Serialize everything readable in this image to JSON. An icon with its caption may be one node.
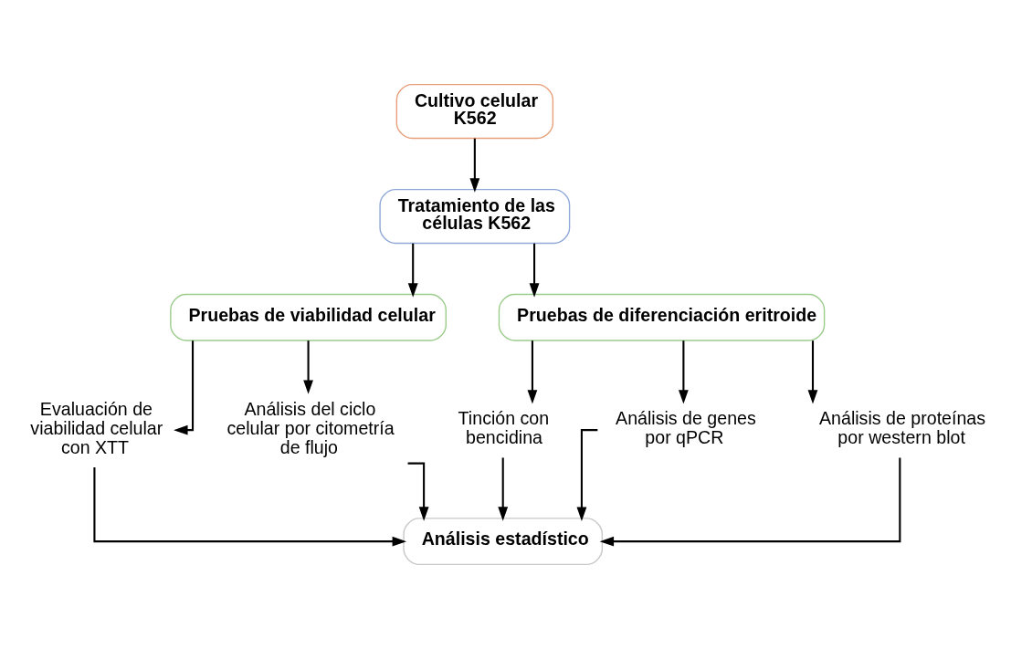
{
  "diagram": {
    "nodes": [
      {
        "text": [
          "Cultivo celular K562"
        ]
      },
      {
        "text": [
          "Tratamiento de las células K562"
        ]
      },
      {
        "text": [
          "Pruebas de viabilidad celular"
        ]
      },
      {
        "text": [
          "Pruebas de diferenciación eritroide"
        ]
      },
      {
        "text": [
          "Evaluación de viabilidad celular con XTT"
        ]
      },
      {
        "text": [
          "Análisis del ciclo celular por citometría de flujo"
        ]
      },
      {
        "text": [
          "Tinción con bencidina"
        ]
      },
      {
        "text": [
          "Análisis de genes por qPCR"
        ]
      },
      {
        "text": [
          "Análisis de proteínas por western blot"
        ]
      },
      {
        "text": [
          "Análisis estadístico"
        ]
      }
    ],
    "edges": [
      {
        "from": 0,
        "to": 1,
        "arrow": "to"
      },
      {
        "from": 1,
        "to": 2,
        "arrow": "to"
      },
      {
        "from": 1,
        "to": 3,
        "arrow": "to"
      },
      {
        "from": 2,
        "to": 4,
        "arrow": "to"
      },
      {
        "from": 2,
        "to": 5,
        "arrow": "to"
      },
      {
        "from": 3,
        "to": 6,
        "arrow": "to"
      },
      {
        "from": 3,
        "to": 7,
        "arrow": "to"
      },
      {
        "from": 3,
        "to": 8,
        "arrow": "to"
      },
      {
        "from": 4,
        "to": 9,
        "arrow": "to"
      },
      {
        "from": 5,
        "to": 9,
        "arrow": "to"
      },
      {
        "from": 6,
        "to": 9,
        "arrow": "to"
      },
      {
        "from": 7,
        "to": 9,
        "arrow": "to"
      },
      {
        "from": 8,
        "to": 9,
        "arrow": "to"
      }
    ]
  }
}
